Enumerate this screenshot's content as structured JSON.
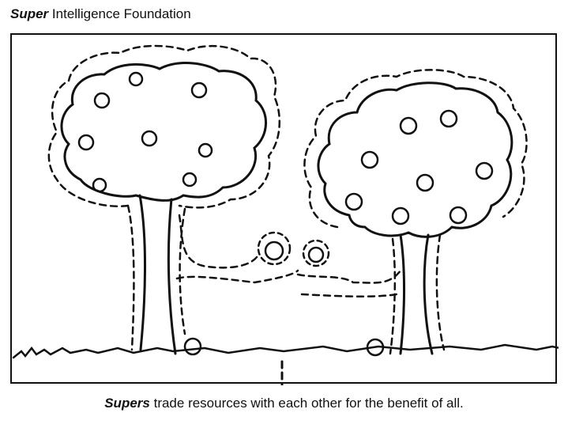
{
  "header": {
    "brand_bold": "Super",
    "brand_rest": "Intelligence Foundation"
  },
  "illustration": {
    "subject": "two-trees-trading-fruit"
  },
  "caption": {
    "bold": "Supers",
    "rest": "trade resources with each other for the benefit of all."
  }
}
